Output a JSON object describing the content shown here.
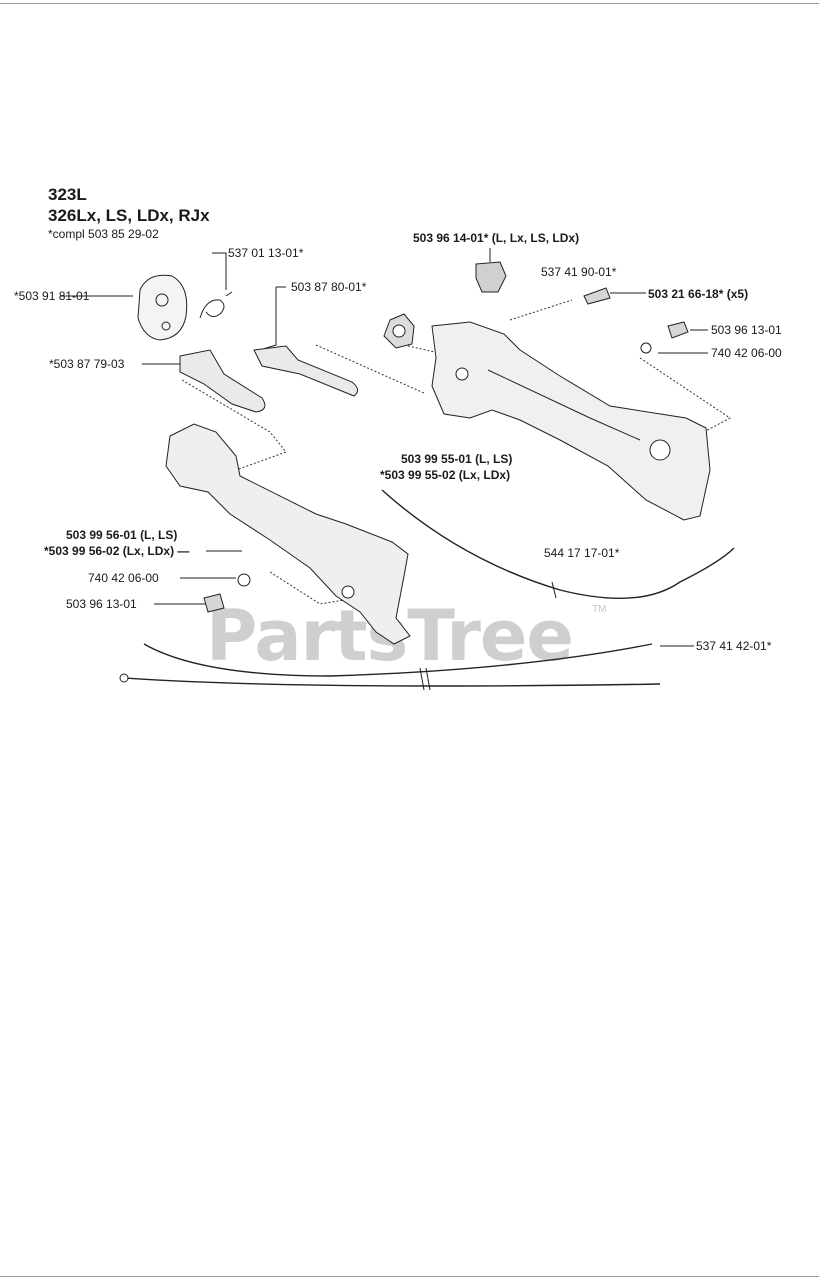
{
  "header": {
    "title_line1": "323L",
    "title_line2": "326Lx, LS, LDx, RJx",
    "note": "*compl 503 85 29-02"
  },
  "parts": {
    "p1": "537 01 13-01*",
    "p2": "503 96 14-01* (L, Lx, LS, LDx)",
    "p3": "*503 91 81-01",
    "p4": "503 87 80-01*",
    "p5": "537 41 90-01*",
    "p6": "503 21 66-18* (x5)",
    "p7": "503 96 13-01",
    "p8": "740 42 06-00",
    "p9": "*503 87 79-03",
    "p10": "503 99 55-01 (L, LS)",
    "p11": "*503 99 55-02 (Lx, LDx)",
    "p12": "503 99 56-01 (L, LS)",
    "p13": "*503 99 56-02 (Lx, LDx) —",
    "p14": "544 17 17-01*",
    "p15": "740 42 06-00",
    "p16": "503 96 13-01",
    "p17": "537 41 42-01*"
  },
  "watermark": {
    "text": "PartsTree",
    "tm": "TM"
  }
}
